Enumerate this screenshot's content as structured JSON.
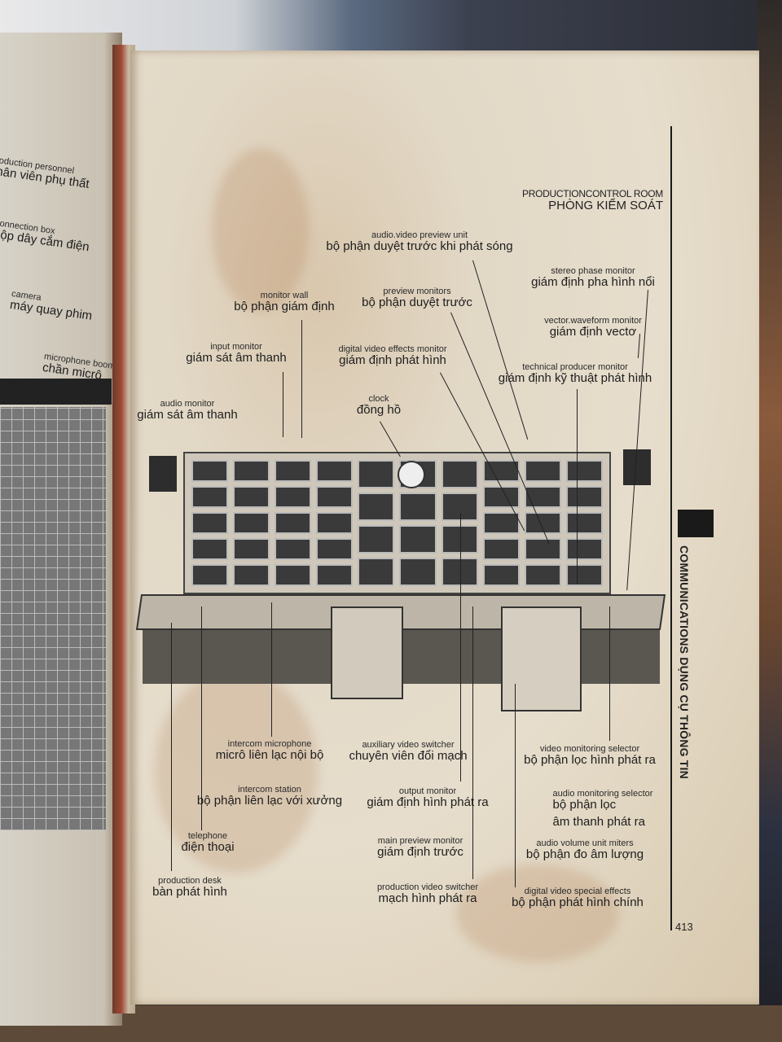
{
  "header": {
    "title_en": "PRODUCTIONCONTROL ROOM",
    "title_vi": "PHÒNG KIỂM SOÁT"
  },
  "side_title": "COMMUNICATIONS DỤNG CỤ THÔNG TIN",
  "page_number": "413",
  "labels": {
    "av_preview": {
      "en": "audio.video preview unit",
      "vi": "bộ phận duyệt trước khi phát sóng"
    },
    "stereo_phase": {
      "en": "stereo phase monitor",
      "vi": "giám định pha hình nổi"
    },
    "monitor_wall": {
      "en": "monitor wall",
      "vi": "bộ phận giám định"
    },
    "preview_monitors": {
      "en": "preview monitors",
      "vi": "bộ phận duyệt trước"
    },
    "vector_waveform": {
      "en": "vector.waveform monitor",
      "vi": "giám định vectơ"
    },
    "input_monitor": {
      "en": "input monitor",
      "vi": "giám sát âm thanh"
    },
    "dve_monitor": {
      "en": "digital video effects monitor",
      "vi": "giám định phát hình"
    },
    "tech_producer": {
      "en": "technical producer monitor",
      "vi": "giám định kỹ thuật phát hình"
    },
    "audio_monitor": {
      "en": "audio monitor",
      "vi": "giám sát âm thanh"
    },
    "clock": {
      "en": "clock",
      "vi": "đồng hồ"
    },
    "intercom_mic": {
      "en": "intercom microphone",
      "vi": "micrô liên lạc nội bộ"
    },
    "aux_switcher": {
      "en": "auxiliary video switcher",
      "vi": "chuyên viên đổi mạch"
    },
    "video_mon_selector": {
      "en": "video monitoring selector",
      "vi": "bộ phận lọc hình phát ra"
    },
    "intercom_station": {
      "en": "intercom station",
      "vi": "bộ phận liên lạc với xưởng"
    },
    "output_monitor": {
      "en": "output monitor",
      "vi": "giám định hình phát ra"
    },
    "audio_mon_selector": {
      "en": "audio monitoring selector",
      "vi": "bộ phận lọc",
      "vi2": "âm thanh phát ra"
    },
    "telephone": {
      "en": "telephone",
      "vi": "điện thoại"
    },
    "main_preview": {
      "en": "main preview monitor",
      "vi": "giám định trước"
    },
    "audio_vu": {
      "en": "audio volume unit miters",
      "vi": "bộ phận đo âm lượng"
    },
    "production_desk": {
      "en": "production desk",
      "vi": "bàn phát hình"
    },
    "prod_switcher": {
      "en": "production video switcher",
      "vi": "mạch hình phát ra"
    },
    "dvse": {
      "en": "digital video special effects",
      "vi": "bộ phận phát hình chính"
    }
  },
  "left_page": {
    "personnel": {
      "en": "production personnel",
      "vi": "nhân viên phụ thất"
    },
    "connection": {
      "en": "connection box",
      "vi": "hộp dây cắm điện"
    },
    "camera": {
      "en": "camera",
      "vi": "máy quay phim"
    },
    "boom": {
      "en": "microphone boom",
      "vi": "chần micrô"
    }
  }
}
